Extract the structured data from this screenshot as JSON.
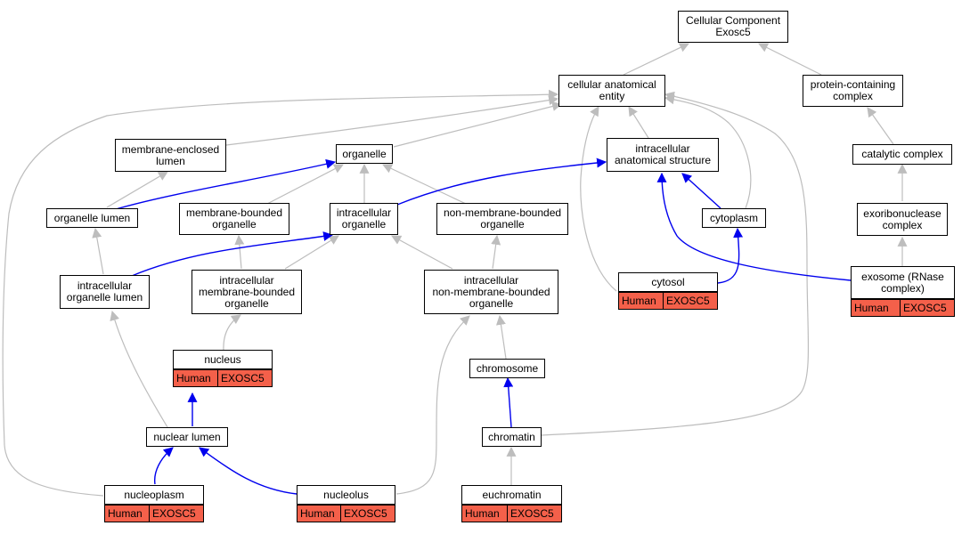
{
  "nodes": {
    "root": "Cellular Component\nExosc5",
    "cae": "cellular anatomical\nentity",
    "pcc": "protein-containing\ncomplex",
    "mel": "membrane-enclosed\nlumen",
    "org": "organelle",
    "ias": "intracellular\nanatomical structure",
    "cat": "catalytic complex",
    "orgl": "organelle lumen",
    "mbo": "membrane-bounded\norganelle",
    "io": "intracellular\norganelle",
    "nmbo": "non-membrane-bounded\norganelle",
    "cyto": "cytoplasm",
    "exo": "exoribonuclease\ncomplex",
    "iol": "intracellular\norganelle lumen",
    "imbo": "intracellular\nmembrane-bounded\norganelle",
    "inmbo": "intracellular\nnon-membrane-bounded\norganelle",
    "cytosol": "cytosol",
    "exosome": "exosome (RNase\ncomplex)",
    "nucleus": "nucleus",
    "chromosome": "chromosome",
    "nl": "nuclear lumen",
    "chromatin": "chromatin",
    "np": "nucleoplasm",
    "nuo": "nucleolus",
    "euch": "euchromatin"
  },
  "annotations": {
    "species": "Human",
    "gene": "EXOSC5"
  },
  "colors": {
    "is_a_edge": "#bdbdbd",
    "part_of_edge": "#0000ee",
    "annotation_fill": "#f4604a"
  }
}
